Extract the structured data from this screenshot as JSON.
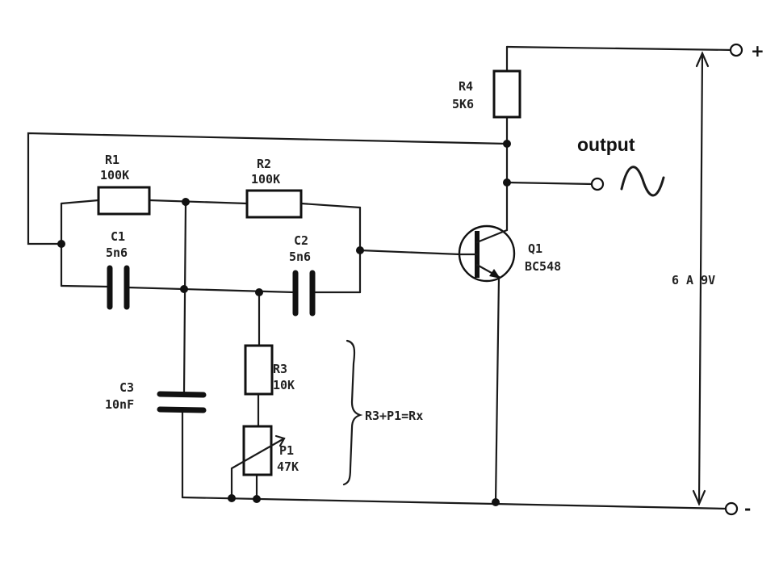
{
  "components": {
    "r1": {
      "name": "R1",
      "value": "100K"
    },
    "r2": {
      "name": "R2",
      "value": "100K"
    },
    "r3": {
      "name": "R3",
      "value": "10K"
    },
    "r4": {
      "name": "R4",
      "value": "5K6"
    },
    "c1": {
      "name": "C1",
      "value": "5n6"
    },
    "c2": {
      "name": "C2",
      "value": "5n6"
    },
    "c3": {
      "name": "C3",
      "value": "10nF"
    },
    "p1": {
      "name": "P1",
      "value": "47K"
    },
    "q1": {
      "name": "Q1",
      "value": "BC548"
    }
  },
  "output_label": "output",
  "supply_label": "6 A 9V",
  "rx_label": "R3+P1=Rx",
  "terminals": {
    "positive": "+",
    "negative": "-"
  }
}
